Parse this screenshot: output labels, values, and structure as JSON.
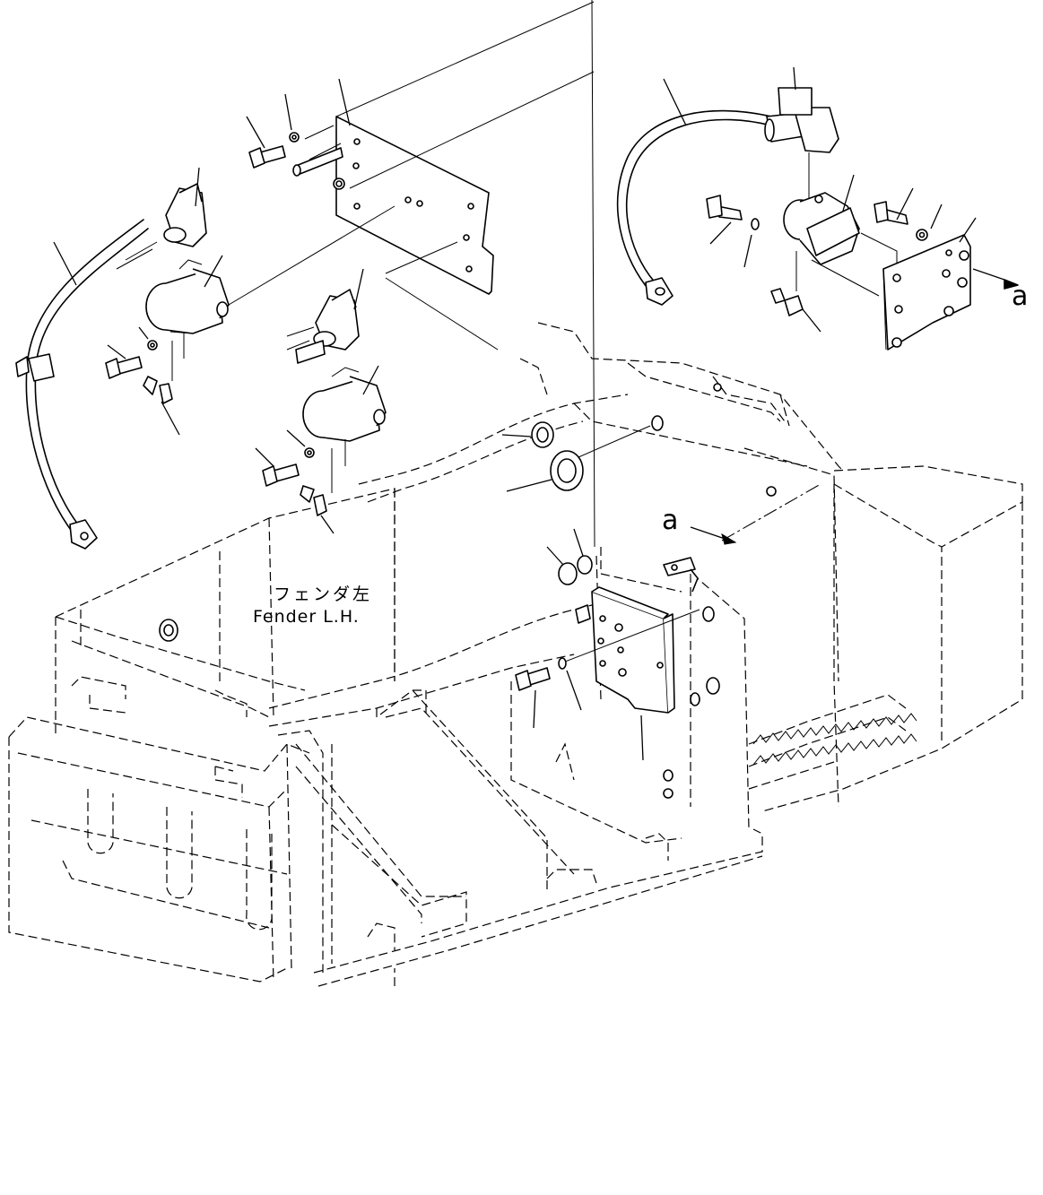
{
  "labels": {
    "fender_jp": "フェンダ左",
    "fender_en": "Fender L.H.",
    "view_ref_left": "a",
    "view_ref_right": "a"
  }
}
